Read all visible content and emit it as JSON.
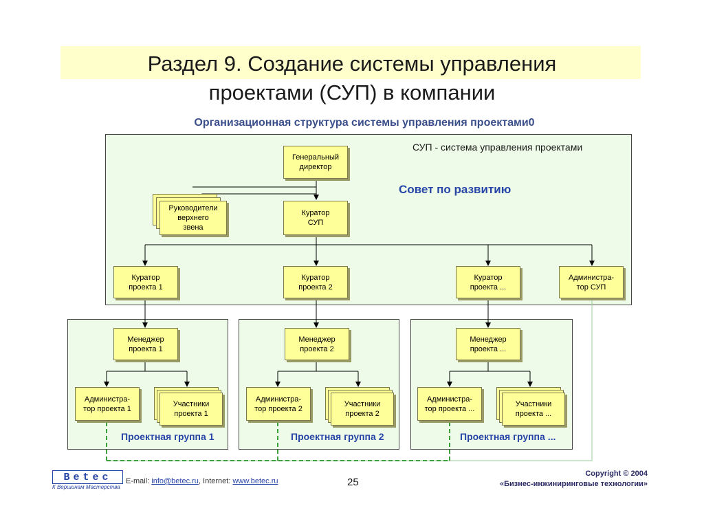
{
  "slide": {
    "title_line1": "Раздел 9.  Создание системы управления",
    "title_line2": "проектами (СУП) в компании",
    "subtitle": "Организационная структура системы управления проектами0",
    "page_number": "25"
  },
  "top_panel": {
    "caption": "СУП - система управления проектами",
    "council_label": "Совет по развитию"
  },
  "nodes": {
    "general_director": "Генеральный\nдиректор",
    "top_managers": "Руководители\nверхнего\nзвена",
    "sup_curator": "Куратор\nСУП",
    "curator_1": "Куратор\nпроекта 1",
    "curator_2": "Куратор\nпроекта 2",
    "curator_n": "Куратор\nпроекта ...",
    "sup_admin": "Администра-\nтор СУП"
  },
  "groups": [
    {
      "manager": "Менеджер\nпроекта 1",
      "admin": "Администра-\nтор проекта 1",
      "members": "Участники\nпроекта 1",
      "label": "Проектная группа 1"
    },
    {
      "manager": "Менеджер\nпроекта 2",
      "admin": "Администра-\nтор проекта 2",
      "members": "Участники\nпроекта 2",
      "label": "Проектная группа 2"
    },
    {
      "manager": "Менеджер\nпроекта ...",
      "admin": "Администра-\nтор проекта ...",
      "members": "Участники\nпроекта ...",
      "label": "Проектная группа ..."
    }
  ],
  "footer": {
    "logo_text": "Betec",
    "logo_tagline": "К Вершинам Мастерства",
    "email_label": "E-mail: ",
    "email": "info@betec.ru",
    "internet_label": ", Internet: ",
    "website": "www.betec.ru",
    "copyright": "Copyright © 2004",
    "company": "«Бизнес-инжиниринговые технологии»"
  },
  "colors": {
    "title_bg": "#ffffcc",
    "panel_bg": "#eefbe9",
    "node_bg": "#ffff99",
    "label_blue": "#2645a6",
    "dashed_link": "#3aa03a"
  }
}
